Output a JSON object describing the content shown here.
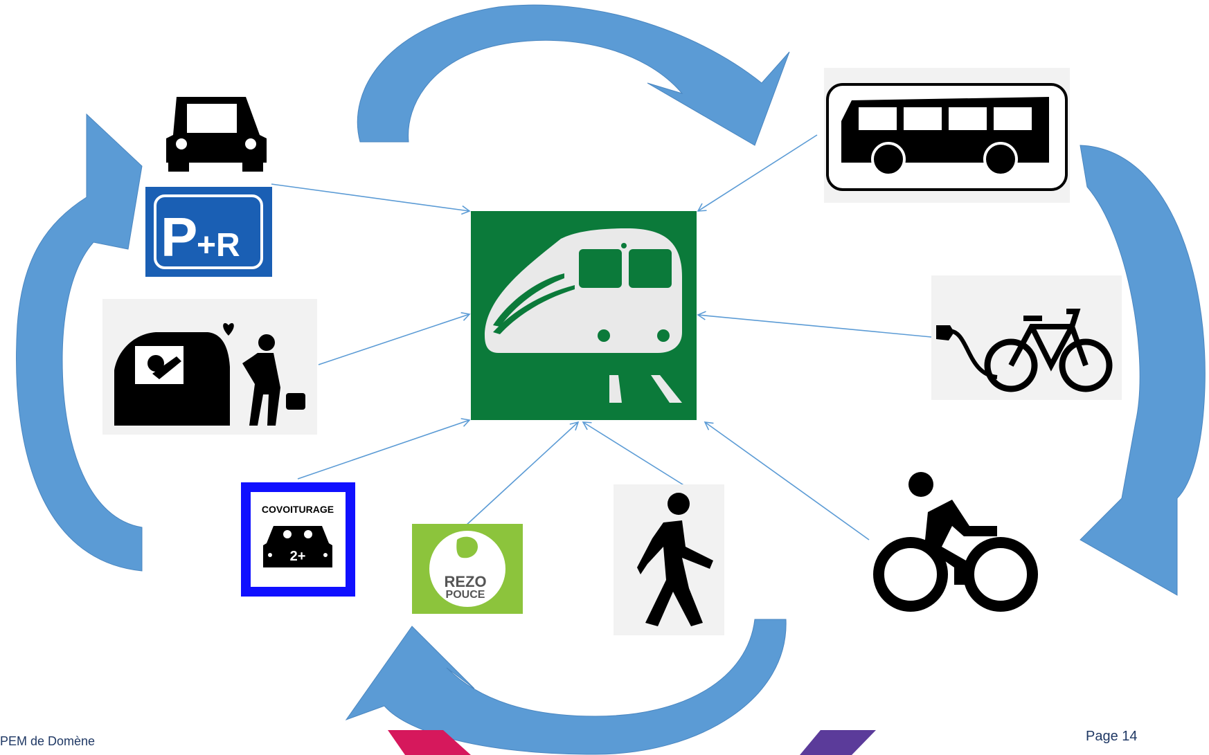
{
  "footer": {
    "left_text": "PEM de Domène",
    "page_label": "Page 14"
  },
  "labels": {
    "covoiturage": "COVOITURAGE",
    "covoit_badge": "2+",
    "rezo_line1": "REZO",
    "rezo_line2": "POUCE",
    "pr_p": "P",
    "pr_plus_r": "+R"
  },
  "colors": {
    "arrow": "#5b9bd5",
    "arrow_stroke": "#4a86c0",
    "train_bg": "#0b7a3a",
    "pr_blue": "#1a5fb4",
    "covoit_blue": "#1010ff",
    "rezo_green": "#8cc43c",
    "magenta": "#d6185c",
    "purple": "#5b3b9a"
  },
  "icons": [
    "car-icon",
    "park-and-ride-icon",
    "hitchhiking-icon",
    "covoiturage-icon",
    "rezo-pouce-icon",
    "pedestrian-icon",
    "cyclist-icon",
    "electric-bike-icon",
    "bus-icon",
    "train-icon"
  ]
}
